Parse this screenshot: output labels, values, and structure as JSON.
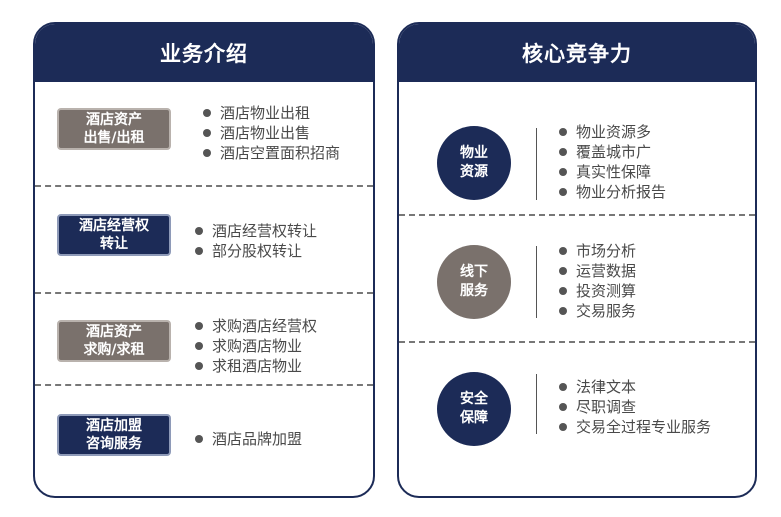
{
  "business": {
    "title": "业务介绍",
    "items": [
      {
        "label_line1": "酒店资产",
        "label_line2": "出售/出租",
        "bullets": [
          "酒店物业出租",
          "酒店物业出售",
          "酒店空置面积招商"
        ]
      },
      {
        "label_line1": "酒店经营权",
        "label_line2": "转让",
        "bullets": [
          "酒店经营权转让",
          "部分股权转让"
        ]
      },
      {
        "label_line1": "酒店资产",
        "label_line2": "求购/求租",
        "bullets": [
          "求购酒店经营权",
          "求购酒店物业",
          "求租酒店物业"
        ]
      },
      {
        "label_line1": "酒店加盟",
        "label_line2": "咨询服务",
        "bullets": [
          "酒店品牌加盟"
        ]
      }
    ]
  },
  "competitiveness": {
    "title": "核心竞争力",
    "items": [
      {
        "line1": "物业",
        "line2": "资源",
        "bullets": [
          "物业资源多",
          "覆盖城市广",
          "真实性保障",
          "物业分析报告"
        ]
      },
      {
        "line1": "线下",
        "line2": "服务",
        "bullets": [
          "市场分析",
          "运营数据",
          "投资测算",
          "交易服务"
        ]
      },
      {
        "line1": "安全",
        "line2": "保障",
        "bullets": [
          "法律文本",
          "尽职调查",
          "交易全过程专业服务"
        ]
      }
    ]
  },
  "colors": {
    "navy": "#1c2b57",
    "gray": "#7a716c"
  }
}
